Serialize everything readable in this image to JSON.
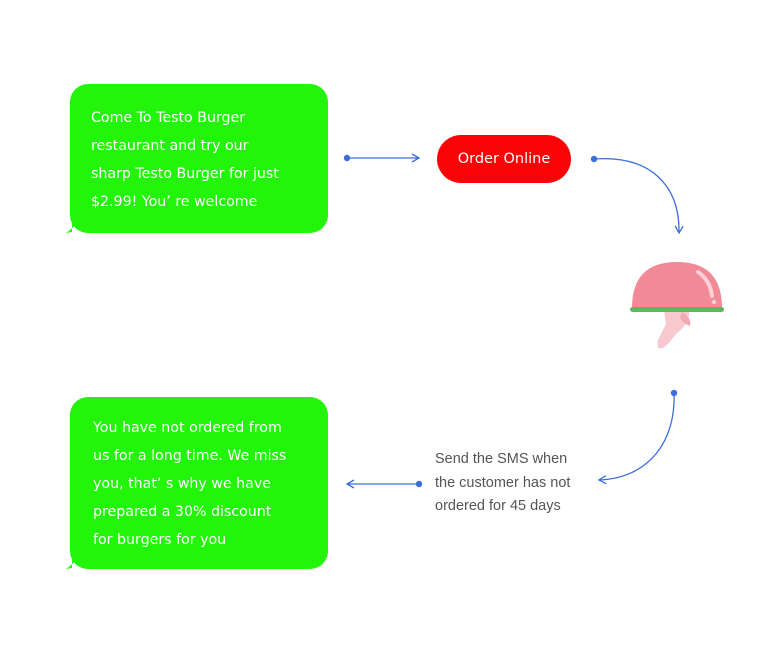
{
  "messages": {
    "first": {
      "lines": [
        "Come To Testo Burger",
        "restaurant and try our",
        "sharp Testo Burger for just",
        "$2.99! You’ re welcome"
      ]
    },
    "second": {
      "lines": [
        "You have not ordered from",
        "us for a long time. We miss",
        "you, that’ s why we have",
        "prepared a 30% discount",
        "for burgers for you"
      ]
    }
  },
  "button": {
    "label": "Order Online"
  },
  "note": {
    "lines": [
      "Send the SMS when",
      "the customer has not",
      "ordered for 45 days"
    ]
  },
  "icons": {
    "service": "serving-cloche-icon"
  },
  "colors": {
    "bubble": "#22f40a",
    "button": "#fb0207",
    "connector": "#3b6fd6",
    "cloche_dome": "#f18a96",
    "cloche_tray": "#5cb85c",
    "hand": "#f7c9cf"
  }
}
